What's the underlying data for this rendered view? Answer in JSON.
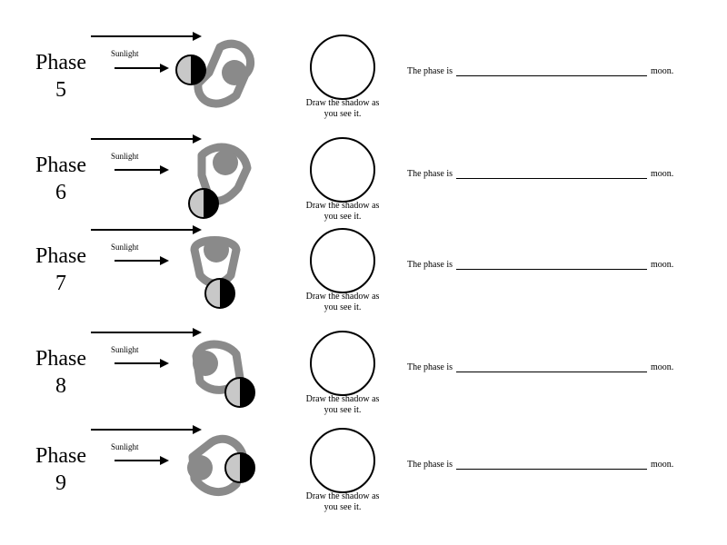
{
  "rows": [
    {
      "phase_word": "Phase",
      "phase_num": "5",
      "sunlight_label": "Sunlight",
      "caption_line1": "Draw the shadow as",
      "caption_line2": "you see it.",
      "answer_prefix": "The phase is",
      "answer_suffix": "moon."
    },
    {
      "phase_word": "Phase",
      "phase_num": "6",
      "sunlight_label": "Sunlight",
      "caption_line1": "Draw the shadow as",
      "caption_line2": "you see it.",
      "answer_prefix": "The phase is",
      "answer_suffix": "moon."
    },
    {
      "phase_word": "Phase",
      "phase_num": "7",
      "sunlight_label": "Sunlight",
      "caption_line1": "Draw the shadow as",
      "caption_line2": "you see it.",
      "answer_prefix": "The phase is",
      "answer_suffix": "moon."
    },
    {
      "phase_word": "Phase",
      "phase_num": "8",
      "sunlight_label": "Sunlight",
      "caption_line1": "Draw the shadow as",
      "caption_line2": "you see it.",
      "answer_prefix": "The phase is",
      "answer_suffix": "moon."
    },
    {
      "phase_word": "Phase",
      "phase_num": "9",
      "sunlight_label": "Sunlight",
      "caption_line1": "Draw the shadow as",
      "caption_line2": "you see it.",
      "answer_prefix": "The phase is",
      "answer_suffix": "moon."
    }
  ],
  "colors": {
    "person": "#8a8a8a",
    "moon_lit": "#c8c8c8",
    "moon_dark": "#000000",
    "ink": "#000000"
  }
}
